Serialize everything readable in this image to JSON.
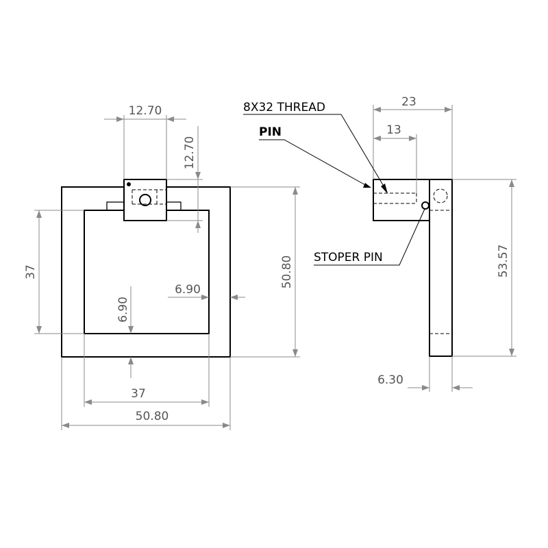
{
  "front_view": {
    "dims": {
      "clip_width": "12.70",
      "clip_height": "12.70",
      "inner_height": "37",
      "outer_height": "50.80",
      "side_offset": "6.90",
      "bottom_offset": "6.90",
      "inner_width": "37",
      "outer_width": "50.80"
    }
  },
  "side_view": {
    "dims": {
      "total_width": "23",
      "thread_depth": "13",
      "total_height": "53.57",
      "thickness": "6.30"
    },
    "callouts": {
      "thread": "8X32 THREAD",
      "pin": "PIN",
      "stopper": "STOPER PIN"
    }
  }
}
